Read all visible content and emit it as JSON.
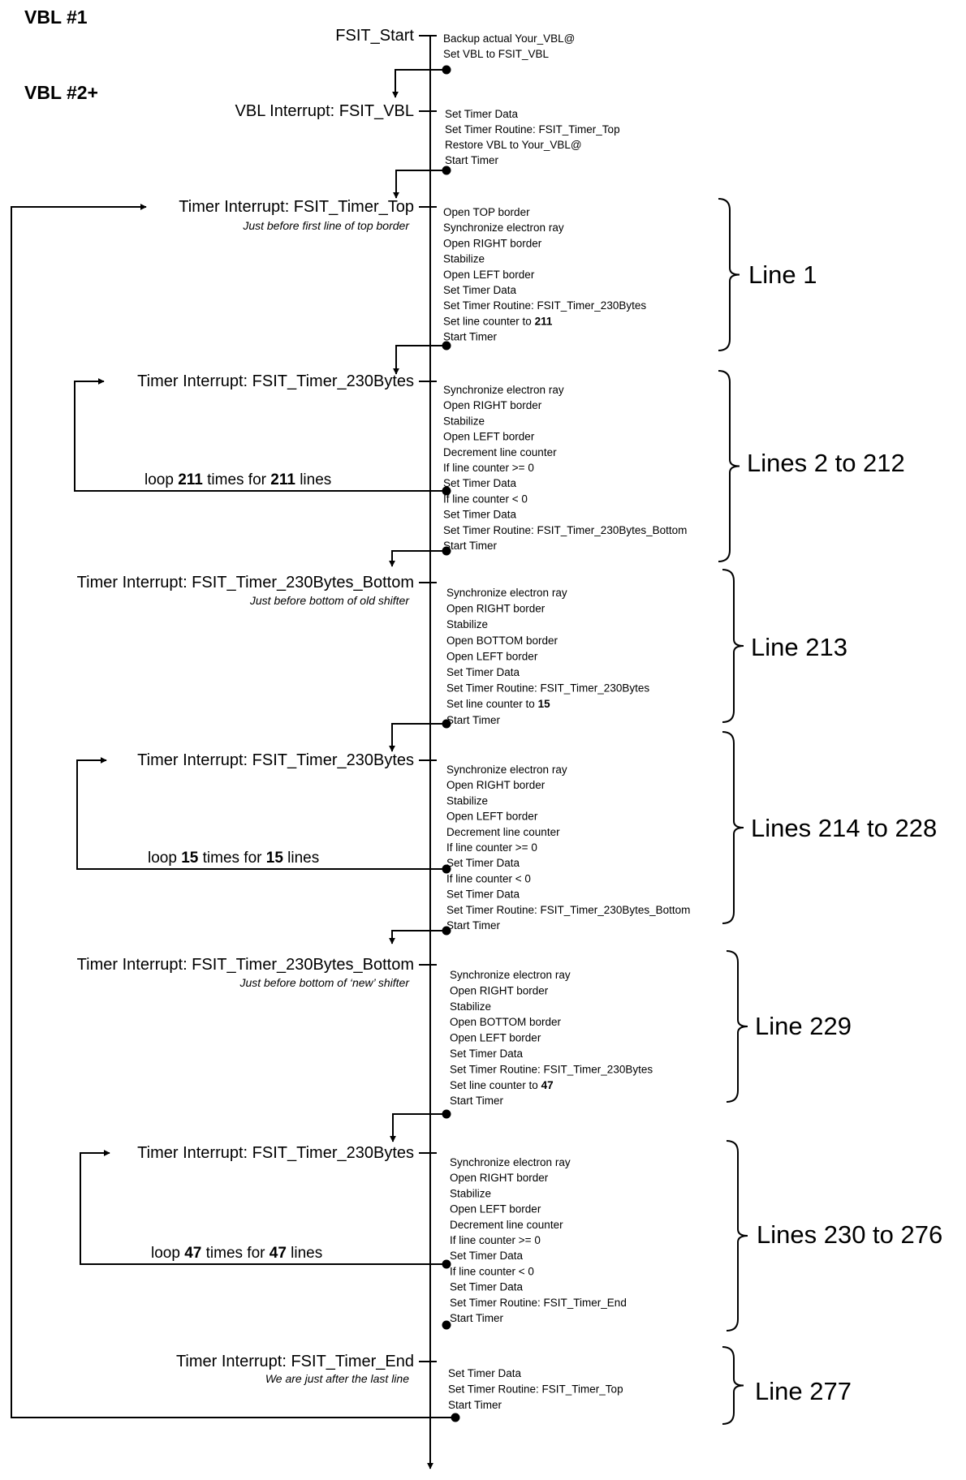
{
  "headings": {
    "vbl1": "VBL #1",
    "vbl2": "VBL #2+"
  },
  "events": [
    {
      "label": "FSIT_Start",
      "note": "",
      "steps": [
        [
          "Backup actual Your_VBL@"
        ],
        [
          "Set VBL to FSIT_VBL"
        ]
      ]
    },
    {
      "label": "VBL Interrupt: FSIT_VBL",
      "note": "",
      "steps": [
        [
          "Set Timer Data"
        ],
        [
          "Set Timer Routine: FSIT_Timer_Top"
        ],
        [
          "Restore VBL to Your_VBL@"
        ],
        [
          "Start Timer"
        ]
      ]
    },
    {
      "label": "Timer Interrupt: FSIT_Timer_Top",
      "note": "Just before first line of top border",
      "steps": [
        [
          "Open TOP border"
        ],
        [
          "Synchronize electron ray"
        ],
        [
          "Open RIGHT border"
        ],
        [
          "Stabilize"
        ],
        [
          "Open LEFT border"
        ],
        [
          "Set Timer Data"
        ],
        [
          "Set Timer Routine: FSIT_Timer_230Bytes"
        ],
        [
          "Set line counter to ",
          "211"
        ],
        [
          "Start Timer"
        ]
      ]
    },
    {
      "label": "Timer Interrupt: FSIT_Timer_230Bytes",
      "note": "",
      "steps": [
        [
          "Synchronize electron ray"
        ],
        [
          "Open RIGHT border"
        ],
        [
          "Stabilize"
        ],
        [
          "Open LEFT border"
        ],
        [
          "Decrement line counter"
        ],
        [
          "If line counter >= 0"
        ],
        [
          "  Set Timer Data"
        ],
        [
          "If line counter < 0"
        ],
        [
          "  Set Timer Data"
        ],
        [
          "  Set Timer Routine: FSIT_Timer_230Bytes_Bottom"
        ],
        [
          "Start Timer"
        ]
      ]
    },
    {
      "label": "Timer Interrupt: FSIT_Timer_230Bytes_Bottom",
      "note": "Just before bottom of old shifter",
      "steps": [
        [
          "Synchronize electron ray"
        ],
        [
          "Open RIGHT border"
        ],
        [
          "Stabilize"
        ],
        [
          "Open BOTTOM border"
        ],
        [
          "Open LEFT border"
        ],
        [
          "Set Timer Data"
        ],
        [
          "Set Timer Routine: FSIT_Timer_230Bytes"
        ],
        [
          "Set line counter to ",
          "15"
        ],
        [
          "Start Timer"
        ]
      ]
    },
    {
      "label": "Timer Interrupt: FSIT_Timer_230Bytes",
      "note": "",
      "steps": [
        [
          "Synchronize electron ray"
        ],
        [
          "Open RIGHT border"
        ],
        [
          "Stabilize"
        ],
        [
          "Open LEFT border"
        ],
        [
          "Decrement line counter"
        ],
        [
          "If line counter >= 0"
        ],
        [
          "  Set Timer Data"
        ],
        [
          "If line counter < 0"
        ],
        [
          "  Set Timer Data"
        ],
        [
          "  Set Timer Routine: FSIT_Timer_230Bytes_Bottom"
        ],
        [
          "Start Timer"
        ]
      ]
    },
    {
      "label": "Timer Interrupt: FSIT_Timer_230Bytes_Bottom",
      "note": "Just before bottom of ‘new’ shifter",
      "steps": [
        [
          "Synchronize electron ray"
        ],
        [
          "Open RIGHT border"
        ],
        [
          "Stabilize"
        ],
        [
          "Open BOTTOM border"
        ],
        [
          "Open LEFT border"
        ],
        [
          "Set Timer Data"
        ],
        [
          "Set Timer Routine: FSIT_Timer_230Bytes"
        ],
        [
          "Set line counter to ",
          "47"
        ],
        [
          "Start Timer"
        ]
      ]
    },
    {
      "label": "Timer Interrupt: FSIT_Timer_230Bytes",
      "note": "",
      "steps": [
        [
          "Synchronize electron ray"
        ],
        [
          "Open RIGHT border"
        ],
        [
          "Stabilize"
        ],
        [
          "Open LEFT border"
        ],
        [
          "Decrement line counter"
        ],
        [
          "If line counter >= 0"
        ],
        [
          "  Set Timer Data"
        ],
        [
          "If line counter < 0"
        ],
        [
          "  Set Timer Data"
        ],
        [
          "  Set Timer Routine: FSIT_Timer_End"
        ],
        [
          "Start Timer"
        ]
      ]
    },
    {
      "label": "Timer Interrupt: FSIT_Timer_End",
      "note": "We are just after the last line",
      "steps": [
        [
          "Set Timer Data"
        ],
        [
          "Set Timer Routine: FSIT_Timer_Top"
        ],
        [
          "Start Timer"
        ]
      ]
    }
  ],
  "ranges": [
    "Line 1",
    "Lines 2 to 212",
    "Line 213",
    "Lines 214 to 228",
    "Line 229",
    "Lines 230 to 276",
    "Line 277"
  ],
  "loops": [
    [
      "loop ",
      "211",
      " times for ",
      "211",
      " lines"
    ],
    [
      "loop ",
      "15",
      " times for ",
      "15",
      " lines"
    ],
    [
      "loop ",
      "47",
      " times for ",
      "47",
      " lines"
    ]
  ]
}
